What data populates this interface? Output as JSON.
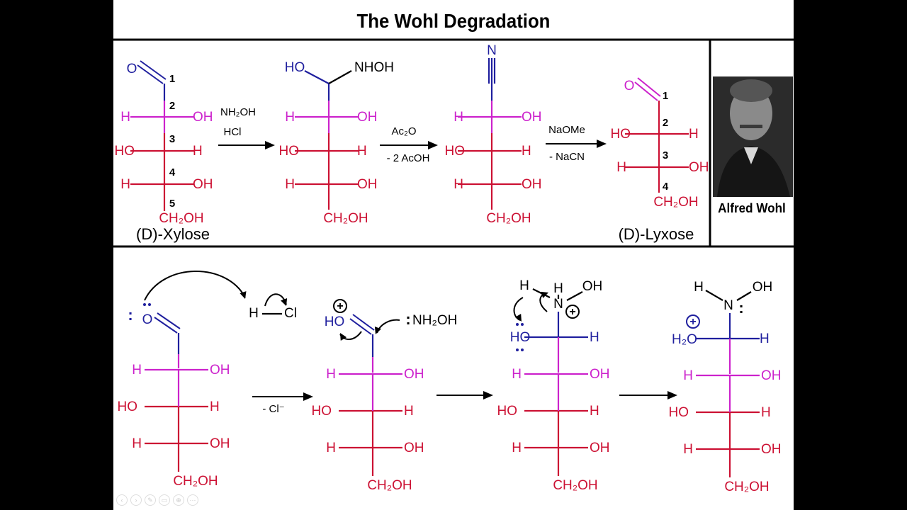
{
  "title": "The Wohl Degradation",
  "portrait_caption": "Alfred Wohl",
  "top_scheme": {
    "xylose_name": "(D)-Xylose",
    "lyxose_name": "(D)-Lyxose",
    "xylose_numbers": [
      "1",
      "2",
      "3",
      "4",
      "5"
    ],
    "lyxose_numbers": [
      "1",
      "2",
      "3",
      "4"
    ],
    "step1": {
      "reagent": "NH₂OH",
      "reagent2": "HCl"
    },
    "step2": {
      "reagent": "Ac₂O",
      "byproduct": "- 2 AcOH"
    },
    "step3": {
      "reagent": "NaOMe",
      "byproduct": "- NaCN"
    },
    "labels": {
      "o": "O",
      "h": "H",
      "oh": "OH",
      "ho": "HO",
      "ch2oh": "CH₂OH",
      "nhoh": "NHOH",
      "n": "N"
    }
  },
  "bottom_scheme": {
    "hcl_h": "H",
    "hcl_cl": "Cl",
    "step_byproduct": "- Cl⁻",
    "nh2oh": "NH₂OH",
    "plus": "+",
    "h2o": "H₂O",
    "n": "N",
    "lone_pair": ":",
    "ho": "HO",
    "oh": "OH",
    "h": "H",
    "o": "O",
    "ch2oh": "CH₂OH"
  },
  "colors": {
    "blue": "#1f1f9e",
    "magenta": "#cc22cc",
    "red": "#cc1133",
    "black": "#000000"
  }
}
